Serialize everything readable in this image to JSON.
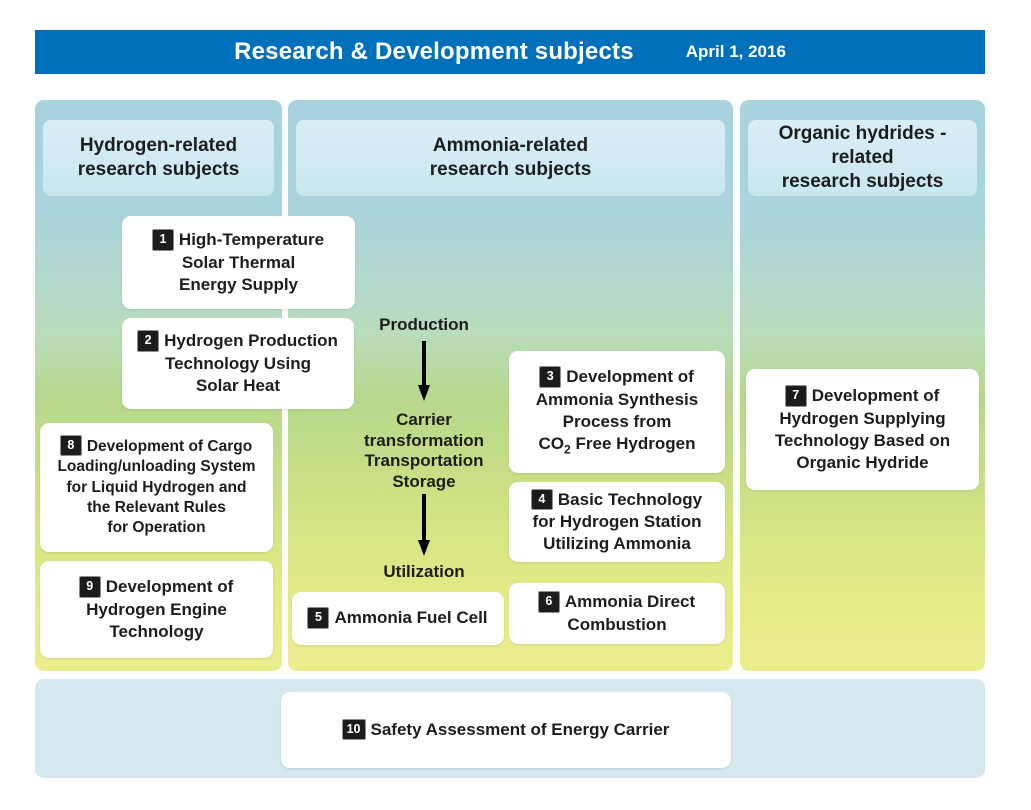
{
  "header": {
    "title": "Research & Development subjects",
    "date": "April 1, 2016",
    "bar_color": "#0070ba",
    "title_color": "#ffffff"
  },
  "columns": [
    {
      "id": "hydrogen",
      "header": "Hydrogen-related\nresearch subjects"
    },
    {
      "id": "ammonia",
      "header": "Ammonia-related\nresearch subjects"
    },
    {
      "id": "organic",
      "header": "Organic hydrides -related\nresearch subjects"
    }
  ],
  "flow": {
    "production": "Production",
    "carrier": "Carrier\ntransformation\nTransportation\nStorage",
    "utilization": "Utilization",
    "arrow_color": "#000000"
  },
  "cards": {
    "c1": {
      "number": "1",
      "text": "High-Temperature\nSolar Thermal\nEnergy Supply"
    },
    "c2": {
      "number": "2",
      "text": "Hydrogen Production\nTechnology Using\nSolar Heat"
    },
    "c3": {
      "number": "3",
      "text_before": "Development of\nAmmonia Synthesis\nProcess from\nCO",
      "subscript": "2",
      "text_after": " Free Hydrogen"
    },
    "c4": {
      "number": "4",
      "text": "Basic Technology\nfor Hydrogen Station\nUtilizing Ammonia"
    },
    "c5": {
      "number": "5",
      "text": "Ammonia Fuel Cell"
    },
    "c6": {
      "number": "6",
      "text": "Ammonia Direct\nCombustion"
    },
    "c7": {
      "number": "7",
      "text": "Development of\nHydrogen Supplying\nTechnology Based on\nOrganic Hydride"
    },
    "c8": {
      "number": "8",
      "text": "Development of Cargo\nLoading/unloading System\nfor Liquid Hydrogen and\nthe Relevant Rules\nfor Operation"
    },
    "c9": {
      "number": "9",
      "text": "Development of\nHydrogen Engine\nTechnology"
    },
    "c10": {
      "number": "10",
      "text": "Safety Assessment of Energy Carrier"
    }
  },
  "palette": {
    "page_background": "#ffffff",
    "column_top": "#a8d2dd",
    "column_middle": "#b6d88d",
    "column_bottom": "#ecee8e",
    "column_header": "#d2ecf3",
    "bottom_panel": "#d3e9ef",
    "card_background": "#ffffff",
    "badge_background": "#1c1c1c",
    "text": "#1d1d1d"
  }
}
